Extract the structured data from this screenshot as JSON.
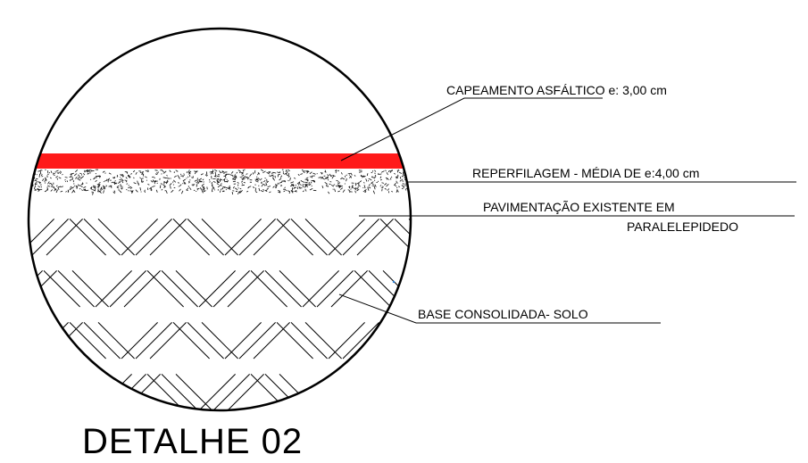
{
  "title": "DETALHE 02",
  "layers": [
    {
      "id": "capeamento",
      "label": "CAPEAMENTO ASFÁLTICO e: 3,00 cm",
      "color": "#ff1a1a"
    },
    {
      "id": "reperfilagem",
      "label": "REPERFILAGEM - MÉDIA DE e:4,00 cm"
    },
    {
      "id": "pavimentacao",
      "label_line1": "PAVIMENTAÇÃO EXISTENTE EM",
      "label_line2": "PARALELEPIDEDO"
    },
    {
      "id": "base",
      "label": "BASE CONSOLIDADA- SOLO"
    }
  ]
}
